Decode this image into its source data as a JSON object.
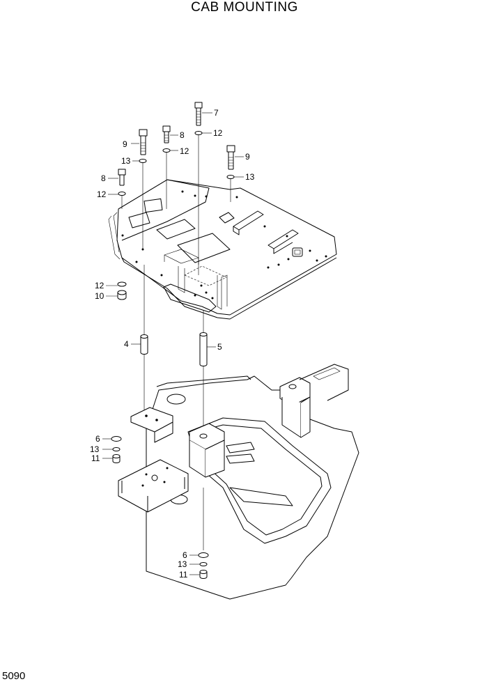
{
  "header": {
    "title": "CAB MOUNTING"
  },
  "footer": {
    "page_number": "5090"
  },
  "callouts": {
    "c1": "7",
    "c2": "12",
    "c3": "8",
    "c4": "12",
    "c5": "9",
    "c6": "13",
    "c7": "9",
    "c8": "13",
    "c9": "8",
    "c10": "12",
    "c11": "12",
    "c12": "10",
    "c13": "4",
    "c14": "5",
    "c15": "6",
    "c16": "13",
    "c17": "11",
    "c18": "6",
    "c19": "13",
    "c20": "11"
  }
}
